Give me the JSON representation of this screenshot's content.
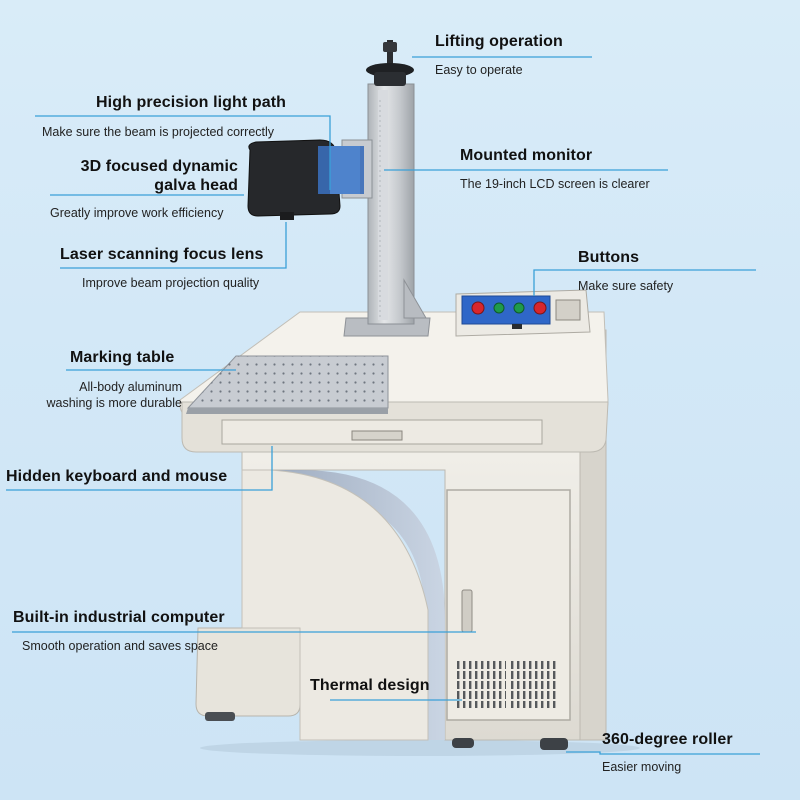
{
  "colors": {
    "background": "#d5e9f7",
    "callout_line": "#3aa0d8",
    "machine_body": "#e9e6df",
    "column": "#c9ccd0",
    "galva_head": "#26282b",
    "button_panel": "#2f67c8",
    "button_red": "#d8262c",
    "button_green": "#1f9a4a"
  },
  "callouts": [
    {
      "id": "lifting",
      "title": "Lifting operation",
      "desc": "Easy to operate"
    },
    {
      "id": "light-path",
      "title": "High precision light path",
      "desc": "Make sure the beam is projected correctly"
    },
    {
      "id": "galva-head",
      "title": "3D focused dynamic galva head",
      "desc": "Greatly improve work efficiency"
    },
    {
      "id": "monitor",
      "title": "Mounted monitor",
      "desc": "The 19-inch LCD screen is clearer"
    },
    {
      "id": "lens",
      "title": "Laser scanning focus lens",
      "desc": "Improve beam projection quality"
    },
    {
      "id": "buttons",
      "title": "Buttons",
      "desc": "Make sure safety"
    },
    {
      "id": "marking-table",
      "title": "Marking table",
      "desc": "All-body aluminum washing is more durable"
    },
    {
      "id": "keyboard",
      "title": "Hidden keyboard and mouse",
      "desc": ""
    },
    {
      "id": "computer",
      "title": "Built-in industrial computer",
      "desc": "Smooth operation and saves space"
    },
    {
      "id": "thermal",
      "title": "Thermal design",
      "desc": ""
    },
    {
      "id": "roller",
      "title": "360-degree roller",
      "desc": "Easier moving"
    }
  ]
}
